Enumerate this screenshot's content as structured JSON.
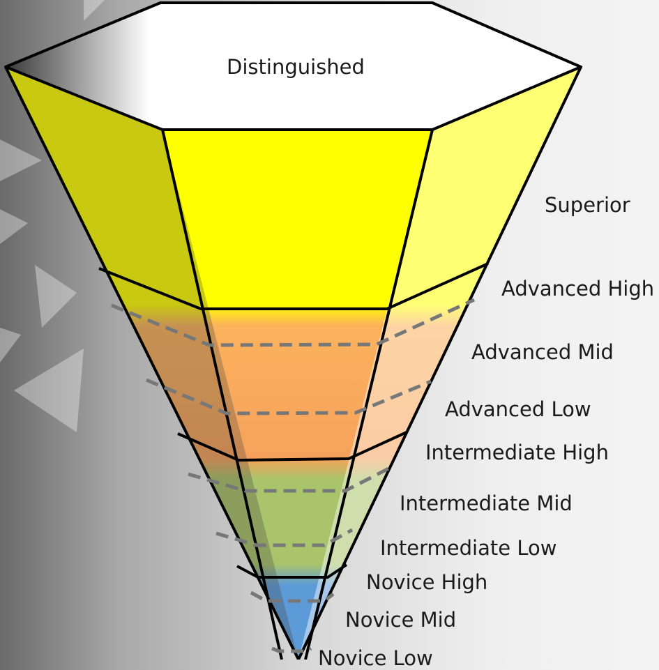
{
  "levels": {
    "distinguished": "Distinguished",
    "superior": "Superior",
    "advanced_high": "Advanced High",
    "advanced_mid": "Advanced Mid",
    "advanced_low": "Advanced Low",
    "intermediate_high": "Intermediate High",
    "intermediate_mid": "Intermediate Mid",
    "intermediate_low": "Intermediate Low",
    "novice_high": "Novice High",
    "novice_mid": "Novice Mid",
    "novice_low": "Novice Low"
  },
  "colors": {
    "top_face": "#ffffff",
    "superior": "#ffff00",
    "advanced": "#f7a25c",
    "intermediate": "#a9c46a",
    "novice": "#5d9ad8",
    "outline": "#000000",
    "sublevel_dash": "#7a7a7a"
  }
}
